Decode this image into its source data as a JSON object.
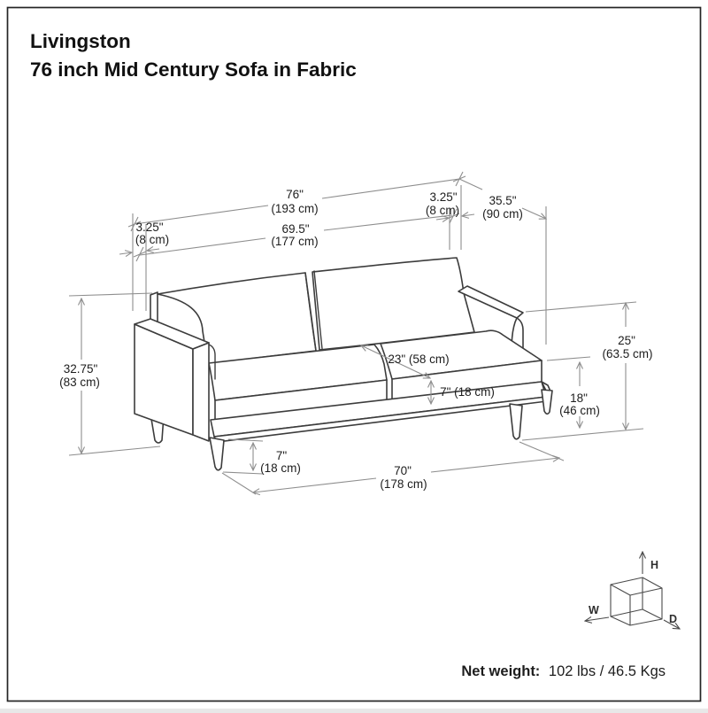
{
  "header": {
    "product_name": "Livingston",
    "product_description": "76 inch Mid Century Sofa in Fabric"
  },
  "dims": {
    "overall_width": {
      "in": "76\"",
      "cm": "(193 cm)"
    },
    "left_arm": {
      "in": "3.25\"",
      "cm": "(8 cm)"
    },
    "inner_width": {
      "in": "69.5\"",
      "cm": "(177 cm)"
    },
    "right_arm": {
      "in": "3.25\"",
      "cm": "(8 cm)"
    },
    "depth": {
      "in": "35.5\"",
      "cm": "(90 cm)"
    },
    "overall_height": {
      "in": "32.75\"",
      "cm": "(83 cm)"
    },
    "back_height": {
      "in": "25\"",
      "cm": "(63.5 cm)"
    },
    "seat_height": {
      "in": "18\"",
      "cm": "(46 cm)"
    },
    "seat_depth": {
      "combined": "23\" (58 cm)"
    },
    "cushion_thickness": {
      "combined": "7\" (18 cm)"
    },
    "leg_height": {
      "in": "7\"",
      "cm": "(18 cm)"
    },
    "base_width": {
      "in": "70\"",
      "cm": "(178 cm)"
    }
  },
  "axes": {
    "height": "H",
    "width": "W",
    "depth": "D"
  },
  "footer": {
    "net_weight_label": "Net weight:",
    "net_weight_value": "102 lbs / 46.5 Kgs"
  },
  "colors": {
    "background": "#ffffff",
    "border": "#242424",
    "sofa_outline": "#3c3c3c",
    "dimension_lines": "#8e8e8e",
    "text": "#1d1d1d"
  }
}
